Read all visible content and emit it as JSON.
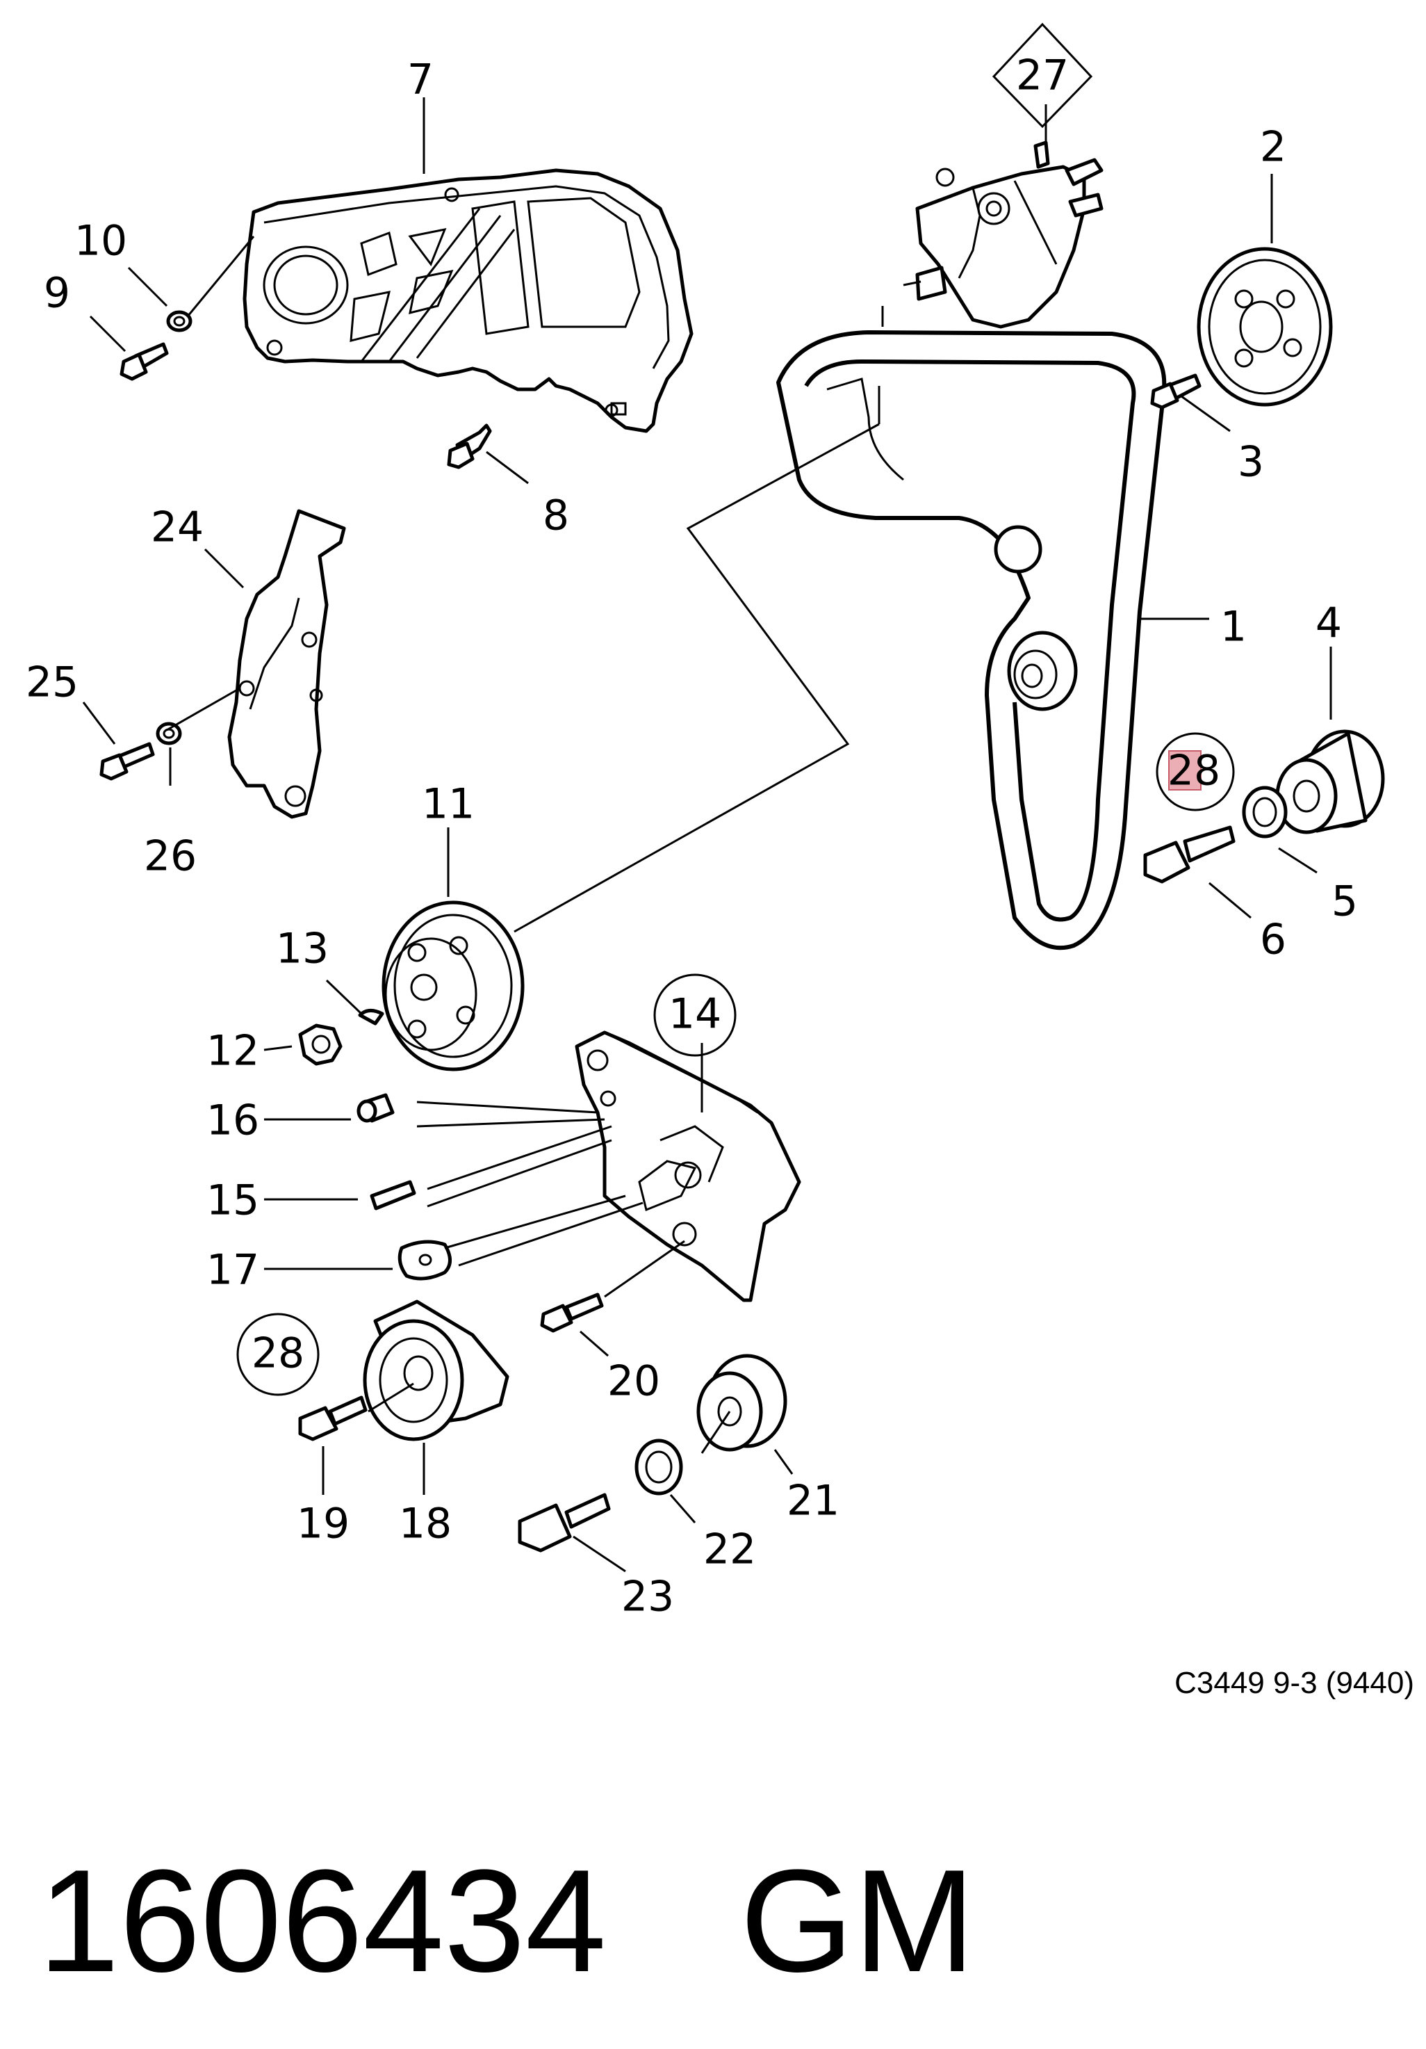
{
  "diagram": {
    "callouts": [
      {
        "id": "1",
        "label": "1"
      },
      {
        "id": "2",
        "label": "2"
      },
      {
        "id": "3",
        "label": "3"
      },
      {
        "id": "4",
        "label": "4"
      },
      {
        "id": "5",
        "label": "5"
      },
      {
        "id": "6",
        "label": "6"
      },
      {
        "id": "7",
        "label": "7"
      },
      {
        "id": "8",
        "label": "8"
      },
      {
        "id": "9",
        "label": "9"
      },
      {
        "id": "10",
        "label": "10"
      },
      {
        "id": "11",
        "label": "11"
      },
      {
        "id": "12",
        "label": "12"
      },
      {
        "id": "13",
        "label": "13"
      },
      {
        "id": "14",
        "label": "14"
      },
      {
        "id": "15",
        "label": "15"
      },
      {
        "id": "16",
        "label": "16"
      },
      {
        "id": "17",
        "label": "17"
      },
      {
        "id": "18",
        "label": "18"
      },
      {
        "id": "19",
        "label": "19"
      },
      {
        "id": "20",
        "label": "20"
      },
      {
        "id": "21",
        "label": "21"
      },
      {
        "id": "22",
        "label": "22"
      },
      {
        "id": "23",
        "label": "23"
      },
      {
        "id": "24",
        "label": "24"
      },
      {
        "id": "25",
        "label": "25"
      },
      {
        "id": "26",
        "label": "26"
      },
      {
        "id": "27",
        "label": "27"
      },
      {
        "id": "28a",
        "label": "28"
      },
      {
        "id": "28b",
        "label": "28"
      }
    ],
    "reference": "C3449 9-3 (9440)",
    "part_number": "1606434",
    "brand": "GM",
    "highlight_color": "#e8a0a8"
  }
}
